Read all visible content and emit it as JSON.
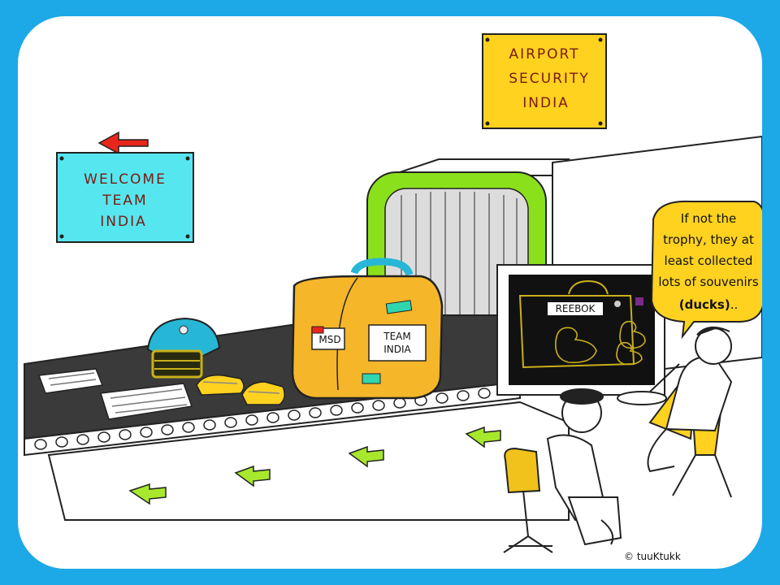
{
  "signs": {
    "airport": [
      "AIRPORT",
      "SECURITY",
      "INDIA"
    ],
    "welcome": [
      "WELCOME",
      "TEAM",
      "INDIA"
    ]
  },
  "bag_tags": {
    "msd": "MSD",
    "team": [
      "TEAM",
      "INDIA"
    ]
  },
  "monitor": {
    "bag_label": "REEBOK"
  },
  "speech_bubble": {
    "lines": [
      "If not the",
      "trophy, they at",
      "least collected",
      "lots of souvenirs"
    ],
    "emphasis": "(ducks)",
    "trailing": ".."
  },
  "credit": "© tuuKtukk",
  "colors": {
    "border": "#1da8e8",
    "belt": "#3a3a3a",
    "arrow": "#a8e82c",
    "sign_yellow": "#ffd21f",
    "sign_cyan": "#56e6ef",
    "luggage": "#f5b62a",
    "helmet": "#27b7d6",
    "chair": "#f0c21b",
    "scanner_tunnel": "#8be01c"
  }
}
